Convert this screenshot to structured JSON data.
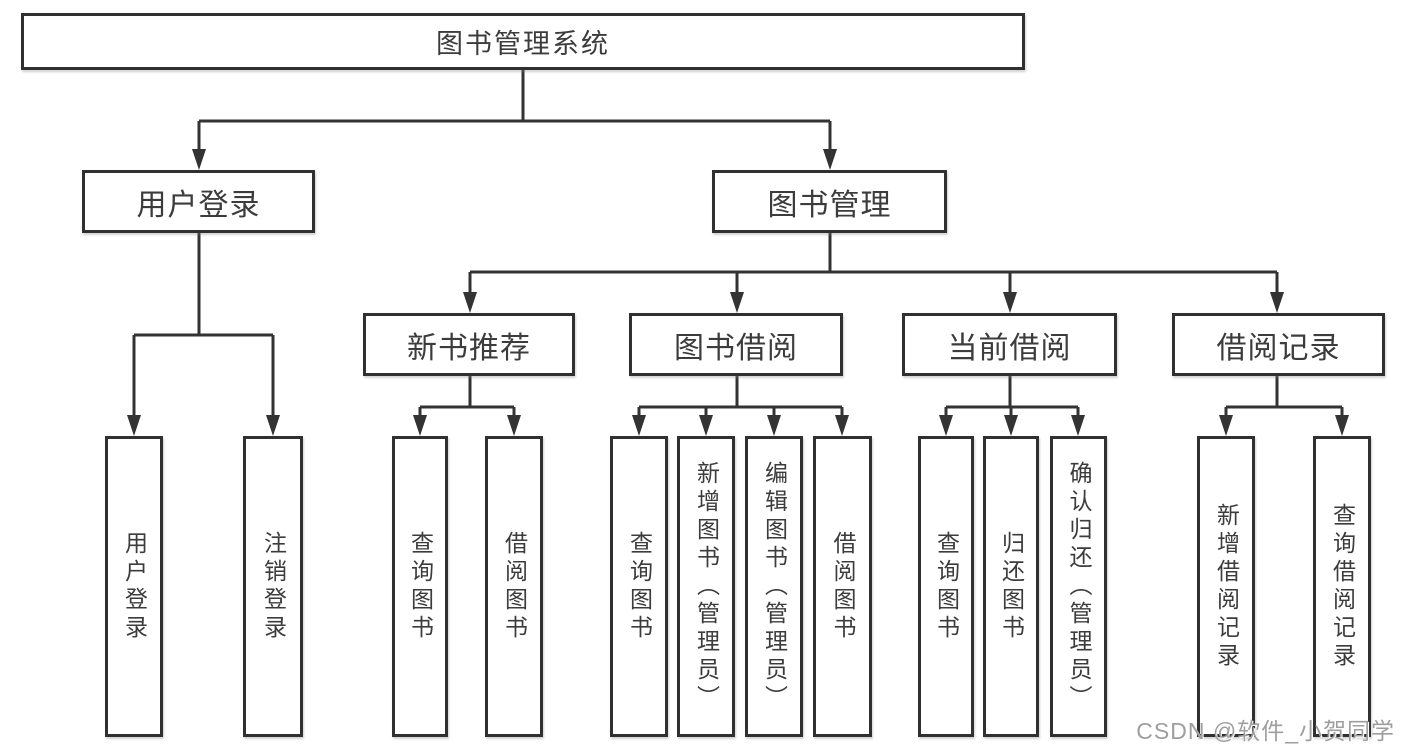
{
  "tree": {
    "root": {
      "label": "图书管理系统",
      "children": [
        {
          "label": "用户登录",
          "children": [
            {
              "label": "用户登录"
            },
            {
              "label": "注销登录"
            }
          ]
        },
        {
          "label": "图书管理",
          "children": [
            {
              "label": "新书推荐",
              "children": [
                {
                  "label": "查询图书"
                },
                {
                  "label": "借阅图书"
                }
              ]
            },
            {
              "label": "图书借阅",
              "children": [
                {
                  "label": "查询图书"
                },
                {
                  "label": "新增图书（管理员）"
                },
                {
                  "label": "编辑图书（管理员）"
                },
                {
                  "label": "借阅图书"
                }
              ]
            },
            {
              "label": "当前借阅",
              "children": [
                {
                  "label": "查询图书"
                },
                {
                  "label": "归还图书"
                },
                {
                  "label": "确认归还（管理员）"
                }
              ]
            },
            {
              "label": "借阅记录",
              "children": [
                {
                  "label": "新增借阅记录"
                },
                {
                  "label": "查询借阅记录"
                }
              ]
            }
          ]
        }
      ]
    }
  },
  "watermark": {
    "text": "CSDN @软件_小贺同学"
  },
  "colors": {
    "line": "#333333",
    "box_border": "#303030",
    "text": "#3c3c3c",
    "watermark": "#9e9e9e",
    "background": "#ffffff"
  }
}
